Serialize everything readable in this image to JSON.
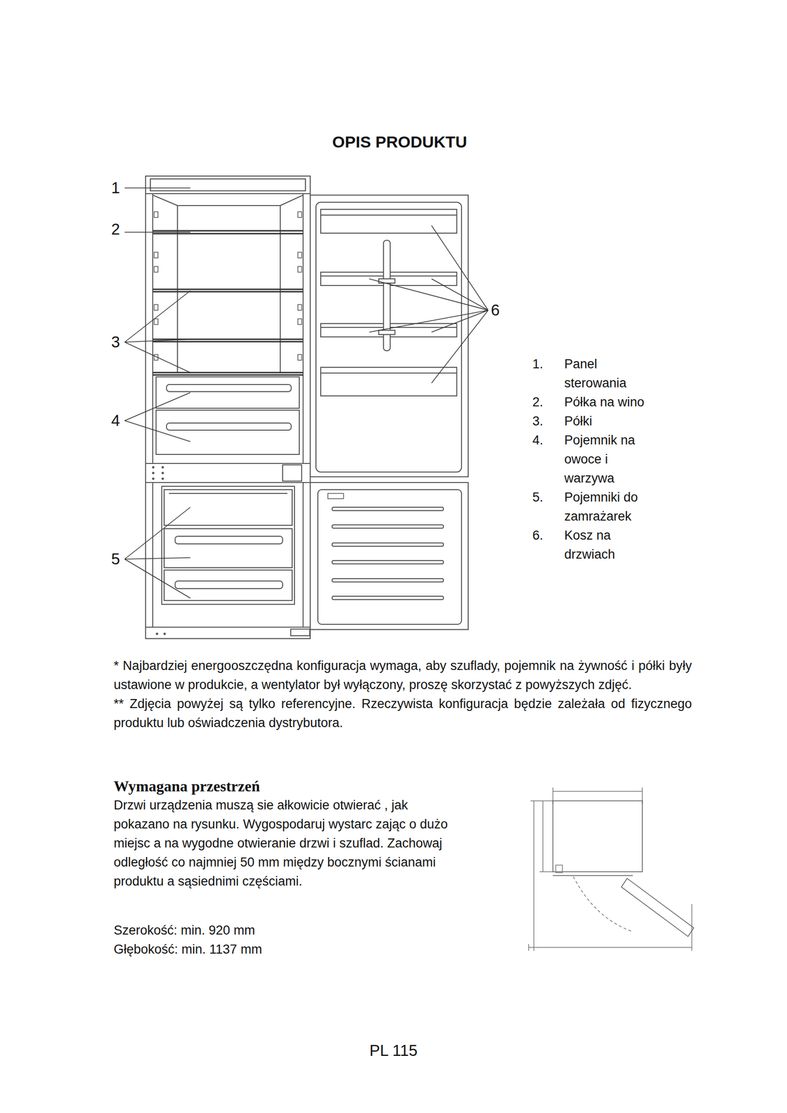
{
  "diagram": {
    "title": "OPIS PRODUKTU",
    "labels": [
      "1",
      "2",
      "3",
      "4",
      "5",
      "6",
      "1.",
      "Panel sterowania",
      "2.",
      "Półka na wino",
      "3.",
      "Półki",
      "4.",
      "Pojemnik na owoce i warzywa",
      "5.",
      "Pojemniki do zamrażarek",
      "6.",
      "Kosz na drzwiach",
      "* Najbardziej energooszczędna konfiguracja wymaga, aby szuflady, pojemnik na żywność i półki były ustawione w produkcie, a wentylator był wyłączony, proszę skorzystać z powyższych zdjęć.",
      "** Zdjęcia powyżej są tylko referencyjne. Rzeczywista konfiguracja będzie zależała od fizycznego produktu lub oświadczenia dystrybutora.",
      "Wymagana przestrzeń",
      "Drzwi urządzenia muszą sie ałkowicie otwierać , jak pokazano na rysunku. Wygospodaruj wystarc zając o dużo miejsc a na wygodne otwieranie drzwi i szuflad. Zachowaj odległość co najmniej 50 mm między bocznymi ścianami produktu a sąsiednimi częściami.",
      "Szerokość: min. 920 mm",
      "Głębokość: min. 1137 mm",
      "PL 115"
    ]
  }
}
